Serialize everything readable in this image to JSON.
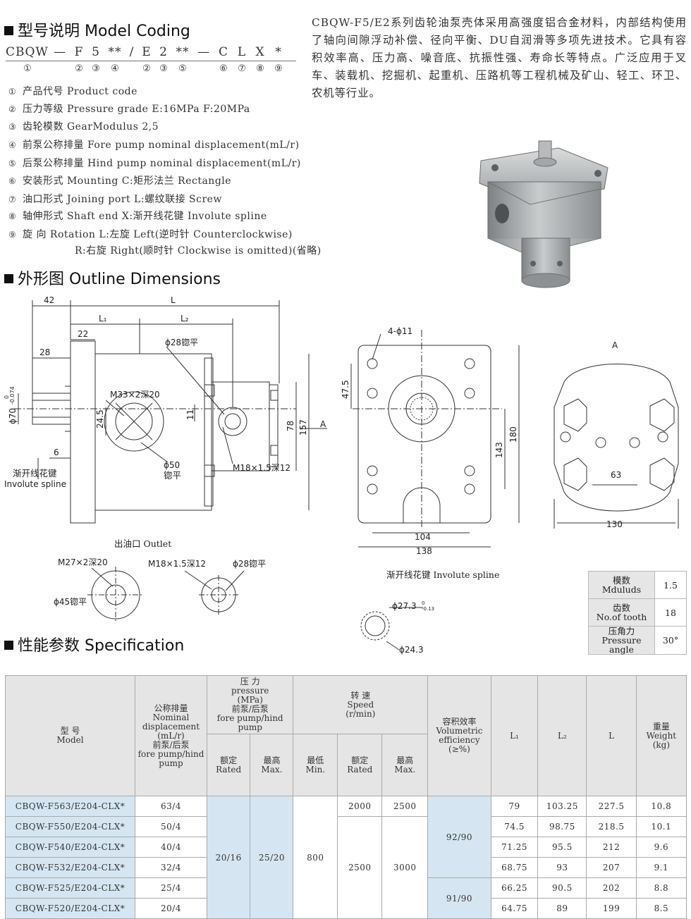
{
  "coding": {
    "title_zh": "型号说明",
    "title_en": "Model Coding",
    "code_parts": [
      "CBQW",
      "—",
      "F",
      "5",
      "**",
      "/",
      "E",
      "2",
      "**",
      "—",
      "C",
      "L",
      "X",
      "*"
    ],
    "code_nums": [
      "①",
      "②",
      "③",
      "④",
      "②",
      "③",
      "⑤",
      "⑥",
      "⑦",
      "⑧",
      "⑨"
    ],
    "legend": [
      {
        "num": "①",
        "text": "产品代号 Product code"
      },
      {
        "num": "②",
        "text": "压力等级 Pressure grade E:16MPa F:20MPa"
      },
      {
        "num": "③",
        "text": "齿轮模数 GearModulus 2,5"
      },
      {
        "num": "④",
        "text": "前泵公称排量 Fore  pump nominal displacement(mL/r)"
      },
      {
        "num": "⑤",
        "text": "后泵公称排量 Hind  pump nominal displacement(mL/r)"
      },
      {
        "num": "⑥",
        "text": "安装形式 Mounting C:矩形法兰 Rectangle"
      },
      {
        "num": "⑦",
        "text": "油口形式 Joining port L:螺纹联接 Screw"
      },
      {
        "num": "⑧",
        "text": "轴伸形式 Shaft end X:渐开线花键  Involute spline"
      },
      {
        "num": "⑨",
        "text": "旋      向 Rotation L:左旋 Left(逆时针 Counterclockwise)"
      }
    ],
    "legend_cont": "R:右旋 Right(顺时针 Clockwise is omitted)(省略)"
  },
  "intro": "CBQW-F5/E2系列齿轮油泵壳体采用高强度铝合金材料，内部结构使用了轴向间隙浮动补偿、径向平衡、DU自润滑等多项先进技术。它具有容积效率高、压力高、噪音底、抗振性强、寿命长等特点。广泛应用于叉车、装载机、挖掘机、起重机、压路机等工程机械及矿山、轻工、环卫、农机等行业。",
  "outline": {
    "title_zh": "外形图",
    "title_en": "Outline Dimensions",
    "dims": {
      "d42": "42",
      "dL": "L",
      "dL1": "L₁",
      "dL2": "L₂",
      "d22": "22",
      "d28": "28",
      "d6": "6",
      "d24_5": "24.5",
      "d11": "11",
      "d78": "78",
      "d157": "157",
      "d47_5": "47.5",
      "d143": "143",
      "d180": "180",
      "d104": "104",
      "d138": "138",
      "d63": "63",
      "d130": "130",
      "d4_11": "4-ϕ11",
      "A1": "A",
      "A2": "A"
    },
    "labels": {
      "phi70": "ϕ70",
      "phi70_tol": "0",
      "phi70_tol2": "-0.074",
      "phi28": "ϕ28锪平",
      "m33": "M33×2深20",
      "phi50a": "ϕ50",
      "phi50b": "锪平",
      "m18": "M18×1.5深12",
      "spline_zh": "渐开线花键",
      "spline_en": "Involute spline",
      "outlet": "出油口  Outlet",
      "m27": "M27×2深20",
      "phi45": "ϕ45锪平",
      "m18b": "M18×1.5深12",
      "phi28b": "ϕ28锪平",
      "spline2": "渐开线花键  Involute spline",
      "phi27": "ϕ27.3",
      "phi27_tol": "0",
      "phi27_tol2": "-0.13",
      "phi24": "ϕ24.3"
    }
  },
  "gear": [
    {
      "zh": "模数",
      "en": "Mduluds",
      "value": "1.5"
    },
    {
      "zh": "齿数",
      "en": "No.of tooth",
      "value": "18"
    },
    {
      "zh": "压角力",
      "en": "Pressure angle",
      "value": "30°"
    }
  ],
  "spec": {
    "title_zh": "性能参数",
    "title_en": "Specification",
    "headers": {
      "model_zh": "型  号",
      "model_en": "Model",
      "disp_zh": "公称排量",
      "disp_en": "Nominal displacement",
      "disp_unit": "(mL/r)",
      "disp_zh2": "前泵/后泵",
      "disp_en2": "fore pump/hind pump",
      "press_zh": "压  力",
      "press_en": "pressure",
      "press_unit": "(MPa)",
      "press_zh2": "前泵/后泵",
      "press_en2": "fore pump/hind pump",
      "speed_zh": "转  速",
      "speed_en": "Speed",
      "speed_unit": "(r/min)",
      "rated_zh": "额定",
      "rated_en": "Rated",
      "max_zh": "最高",
      "max_en": "Max.",
      "min_zh": "最低",
      "min_en": "Min.",
      "eff_zh": "容积效率",
      "eff_en": "Volumetric efficiency",
      "eff_unit": "(≥%)",
      "L1": "L₁",
      "L2": "L₂",
      "L": "L",
      "wt_zh": "重量",
      "wt_en": "Weight",
      "wt_unit": "(kg)"
    },
    "rows": [
      {
        "model": "CBQW-F563/E204-CLX*",
        "disp": "63/4",
        "L1": "79",
        "L2": "103.25",
        "L": "227.5",
        "wt": "10.8"
      },
      {
        "model": "CBQW-F550/E204-CLX*",
        "disp": "50/4",
        "L1": "74.5",
        "L2": "98.75",
        "L": "218.5",
        "wt": "10.1"
      },
      {
        "model": "CBQW-F540/E204-CLX*",
        "disp": "40/4",
        "L1": "71.25",
        "L2": "95.5",
        "L": "212",
        "wt": "9.6"
      },
      {
        "model": "CBQW-F532/E204-CLX*",
        "disp": "32/4",
        "L1": "68.75",
        "L2": "93",
        "L": "207",
        "wt": "9.1"
      },
      {
        "model": "CBQW-F525/E204-CLX*",
        "disp": "25/4",
        "L1": "66.25",
        "L2": "90.5",
        "L": "202",
        "wt": "8.8"
      },
      {
        "model": "CBQW-F520/E204-CLX*",
        "disp": "20/4",
        "L1": "64.75",
        "L2": "89",
        "L": "199",
        "wt": "8.5"
      }
    ],
    "merged": {
      "pressure_rated": "20/16",
      "pressure_max": "25/20",
      "speed_min": "800",
      "speed_rated_first": "2000",
      "speed_max_first": "2500",
      "speed_rated": "2500",
      "speed_max": "3000",
      "eff_a": "92/90",
      "eff_b": "91/90"
    }
  }
}
